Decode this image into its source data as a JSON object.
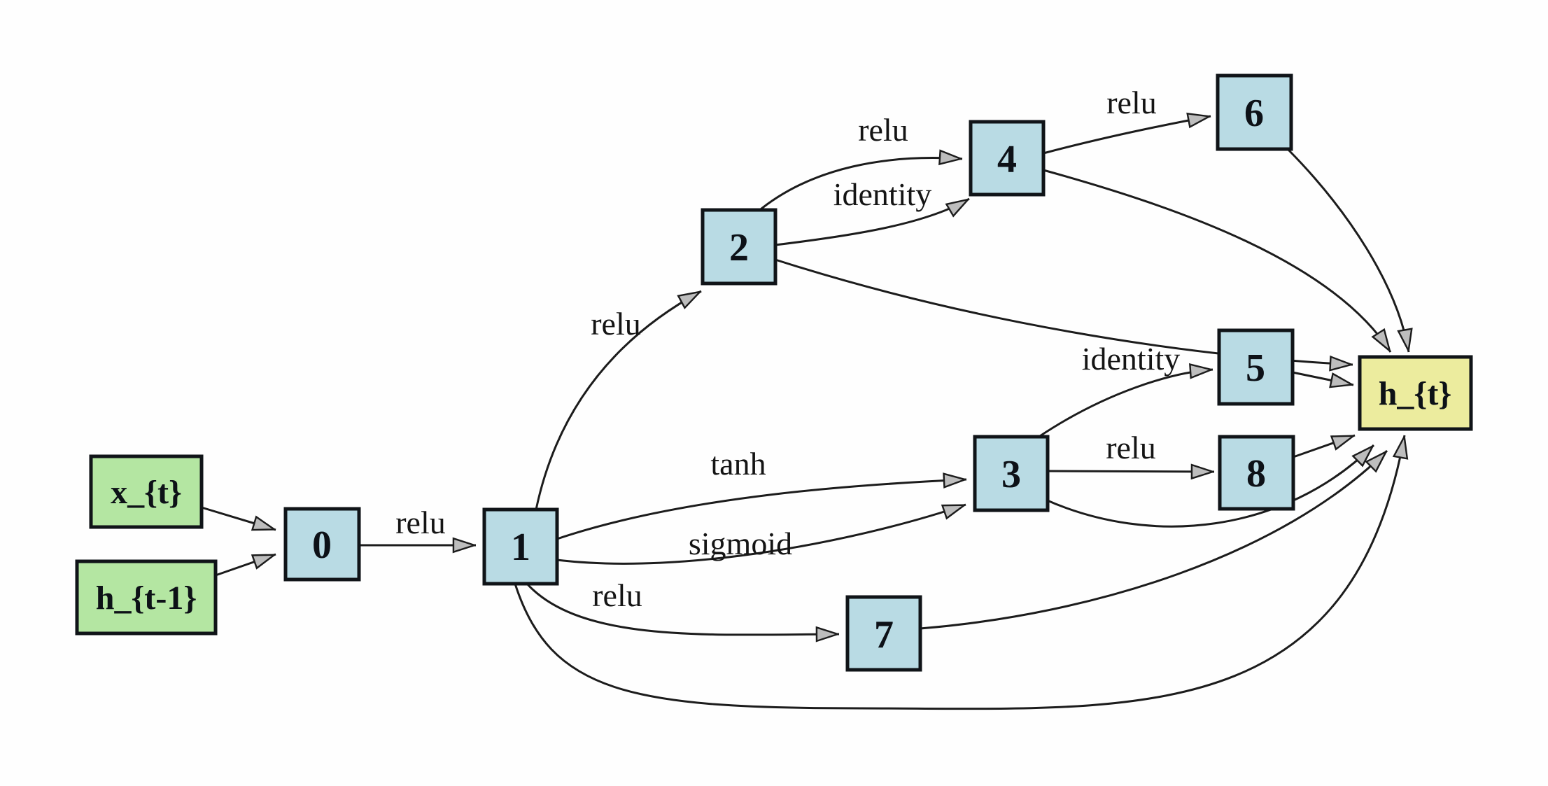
{
  "diagram": {
    "type": "directed-graph-rnn-cell",
    "background": "#fefefe",
    "colors": {
      "input_fill": "#b4e6a2",
      "hidden_fill": "#b9dbe4",
      "output_fill": "#ecec9e",
      "node_border": "#101418",
      "edge_color": "#1c1c1c",
      "arrowhead_fill": "#bdbdbd",
      "text_color": "#0d1117"
    },
    "nodes": [
      {
        "id": "x_t",
        "label": "x_{t}",
        "type": "input"
      },
      {
        "id": "h_prev",
        "label": "h_{t-1}",
        "type": "input"
      },
      {
        "id": "n0",
        "label": "0",
        "type": "hidden"
      },
      {
        "id": "n1",
        "label": "1",
        "type": "hidden"
      },
      {
        "id": "n2",
        "label": "2",
        "type": "hidden"
      },
      {
        "id": "n3",
        "label": "3",
        "type": "hidden"
      },
      {
        "id": "n4",
        "label": "4",
        "type": "hidden"
      },
      {
        "id": "n5",
        "label": "5",
        "type": "hidden"
      },
      {
        "id": "n6",
        "label": "6",
        "type": "hidden"
      },
      {
        "id": "n7",
        "label": "7",
        "type": "hidden"
      },
      {
        "id": "n8",
        "label": "8",
        "type": "hidden"
      },
      {
        "id": "h_t",
        "label": "h_{t}",
        "type": "output"
      }
    ],
    "edges": [
      {
        "from": "x_{t}",
        "to": "0",
        "label": ""
      },
      {
        "from": "h_{t-1}",
        "to": "0",
        "label": ""
      },
      {
        "from": "0",
        "to": "1",
        "label": "relu"
      },
      {
        "from": "1",
        "to": "2",
        "label": "relu"
      },
      {
        "from": "1",
        "to": "3",
        "label": "tanh"
      },
      {
        "from": "1",
        "to": "3",
        "label": "sigmoid"
      },
      {
        "from": "1",
        "to": "7",
        "label": "relu"
      },
      {
        "from": "1",
        "to": "h_{t}",
        "label": ""
      },
      {
        "from": "2",
        "to": "4",
        "label": "relu"
      },
      {
        "from": "2",
        "to": "4",
        "label": "identity"
      },
      {
        "from": "2",
        "to": "h_{t}",
        "label": ""
      },
      {
        "from": "4",
        "to": "6",
        "label": "relu"
      },
      {
        "from": "4",
        "to": "h_{t}",
        "label": ""
      },
      {
        "from": "6",
        "to": "h_{t}",
        "label": ""
      },
      {
        "from": "3",
        "to": "5",
        "label": "identity"
      },
      {
        "from": "3",
        "to": "8",
        "label": "relu"
      },
      {
        "from": "3",
        "to": "h_{t}",
        "label": ""
      },
      {
        "from": "5",
        "to": "h_{t}",
        "label": ""
      },
      {
        "from": "8",
        "to": "h_{t}",
        "label": ""
      },
      {
        "from": "7",
        "to": "h_{t}",
        "label": ""
      }
    ]
  }
}
